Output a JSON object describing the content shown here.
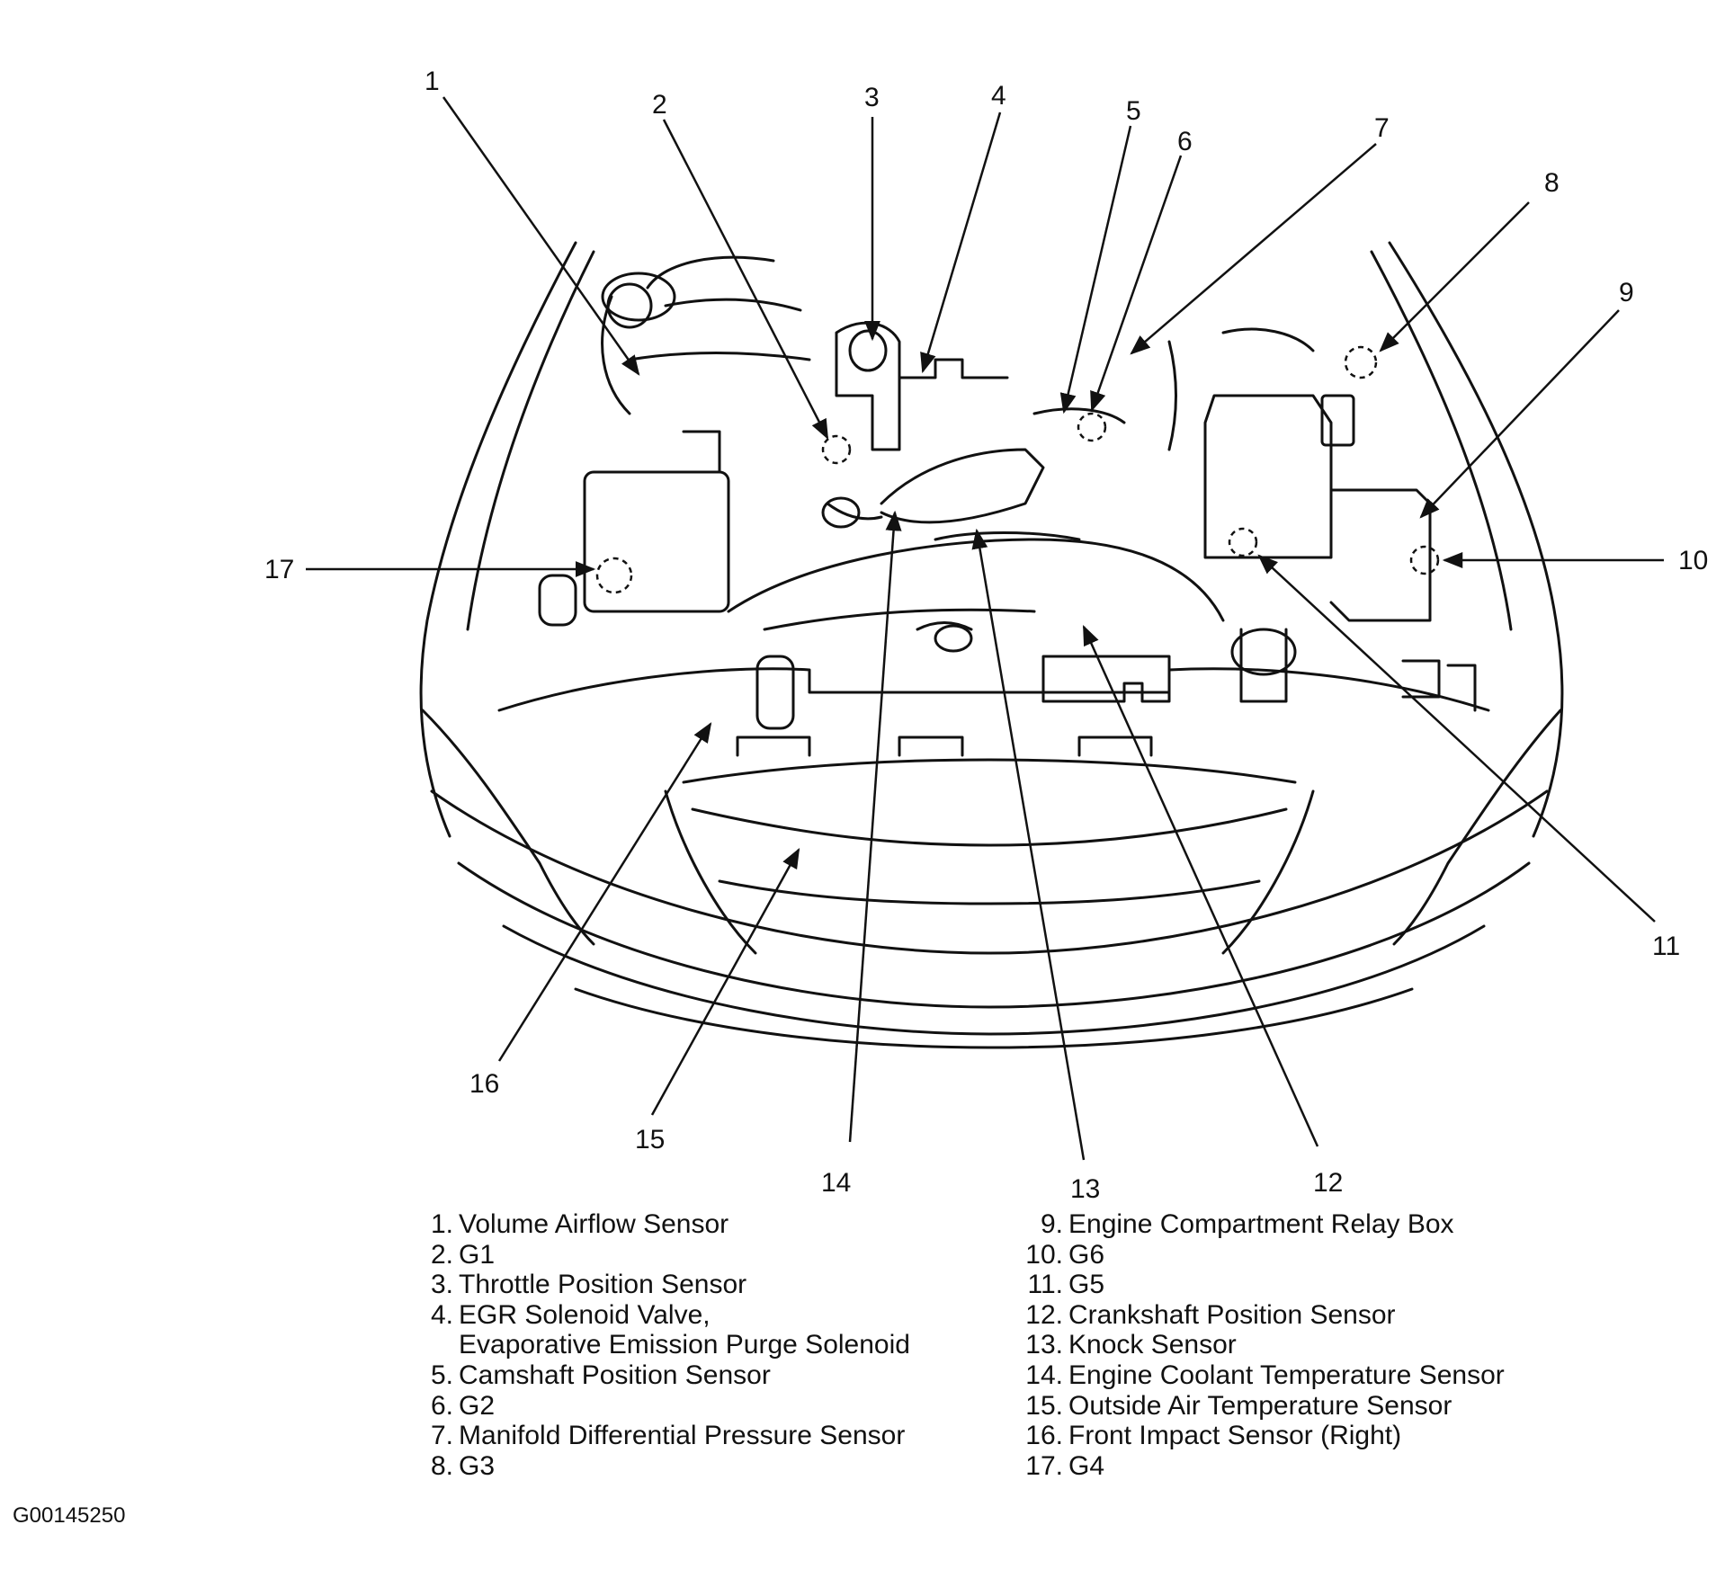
{
  "callouts": [
    {
      "num": "1",
      "label": "Volume Airflow Sensor"
    },
    {
      "num": "2",
      "label": "G1"
    },
    {
      "num": "3",
      "label": "Throttle Position Sensor"
    },
    {
      "num": "4",
      "label": "EGR Solenoid Valve,",
      "label_cont": "Evaporative Emission Purge Solenoid"
    },
    {
      "num": "5",
      "label": "Camshaft Position Sensor"
    },
    {
      "num": "6",
      "label": "G2"
    },
    {
      "num": "7",
      "label": "Manifold Differential Pressure Sensor"
    },
    {
      "num": "8",
      "label": "G3"
    },
    {
      "num": "9",
      "label": "Engine Compartment Relay Box"
    },
    {
      "num": "10",
      "label": "G6"
    },
    {
      "num": "11",
      "label": "G5"
    },
    {
      "num": "12",
      "label": "Crankshaft Position Sensor"
    },
    {
      "num": "13",
      "label": "Knock Sensor"
    },
    {
      "num": "14",
      "label": "Engine Coolant Temperature Sensor"
    },
    {
      "num": "15",
      "label": "Outside Air Temperature Sensor"
    },
    {
      "num": "16",
      "label": "Front Impact Sensor (Right)"
    },
    {
      "num": "17",
      "label": "G4"
    }
  ],
  "legend": {
    "left": [
      {
        "num": "1.",
        "text": "Volume Airflow Sensor"
      },
      {
        "num": "2.",
        "text": "G1"
      },
      {
        "num": "3.",
        "text": "Throttle Position Sensor"
      },
      {
        "num": "4.",
        "text": "EGR Solenoid Valve,",
        "cont": "Evaporative Emission Purge Solenoid"
      },
      {
        "num": "5.",
        "text": "Camshaft Position Sensor"
      },
      {
        "num": "6.",
        "text": "G2"
      },
      {
        "num": "7.",
        "text": "Manifold Differential Pressure Sensor"
      },
      {
        "num": "8.",
        "text": "G3"
      }
    ],
    "right": [
      {
        "num": "9.",
        "text": "Engine Compartment Relay Box"
      },
      {
        "num": "10.",
        "text": "G6"
      },
      {
        "num": "11.",
        "text": "G5"
      },
      {
        "num": "12.",
        "text": "Crankshaft Position Sensor"
      },
      {
        "num": "13.",
        "text": "Knock Sensor"
      },
      {
        "num": "14.",
        "text": "Engine Coolant Temperature Sensor"
      },
      {
        "num": "15.",
        "text": "Outside Air Temperature Sensor"
      },
      {
        "num": "16.",
        "text": "Front Impact Sensor (Right)"
      },
      {
        "num": "17.",
        "text": "G4"
      }
    ]
  },
  "figure_id": "G00145250"
}
